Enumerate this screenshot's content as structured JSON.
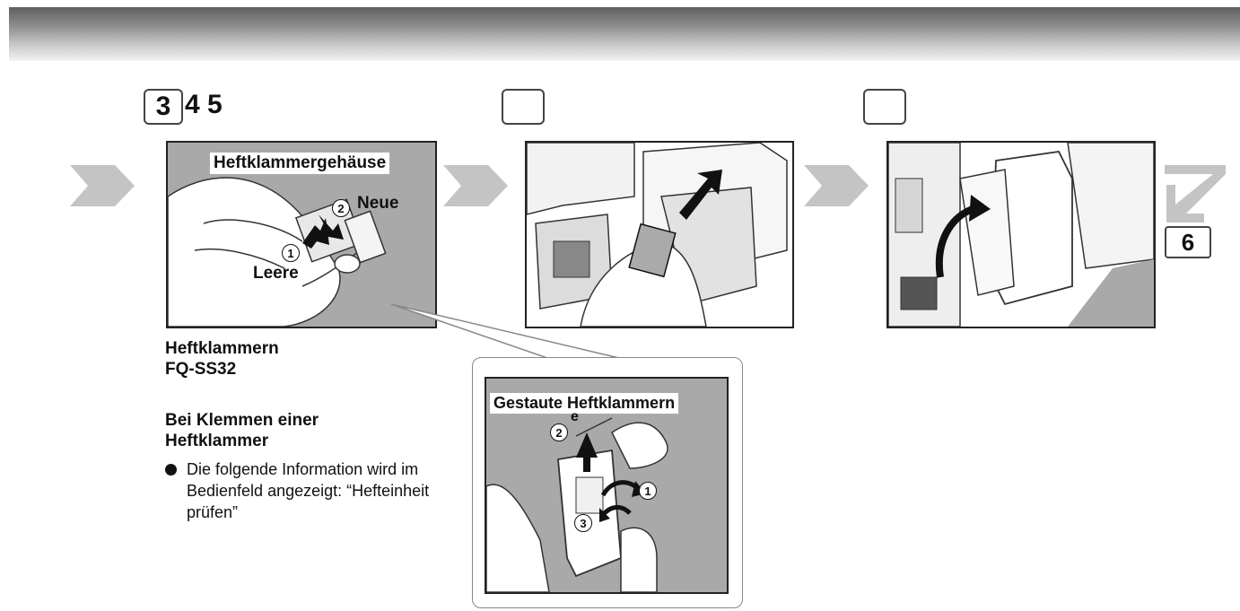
{
  "step_row_1": {
    "current": "3",
    "rest": "4 5"
  },
  "step_box_2": "",
  "step_box_3": "",
  "next_step": "6",
  "panel_1": {
    "label_housing": "Heftklammergehäuse",
    "label_new": "Neue",
    "label_empty": "Leere",
    "num_1": "1",
    "num_2": "2"
  },
  "staples": {
    "title_line1": "Heftklammern",
    "title_line2": "FQ-SS32"
  },
  "jam": {
    "heading_line1": "Bei Klemmen einer",
    "heading_line2": "Heftklammer",
    "bullet_text": "Die folgende Information wird im Bedienfeld angezeigt: “Hefteinheit prüfen”"
  },
  "callout": {
    "label": "Gestaute Heftklammern",
    "stray_char": "e",
    "num_1": "1",
    "num_2": "2",
    "num_3": "3"
  },
  "colors": {
    "chevron": "#c4c4c4",
    "photo_gray": "#a9a9a9",
    "top_bar_dark": "#5f5f5f"
  }
}
